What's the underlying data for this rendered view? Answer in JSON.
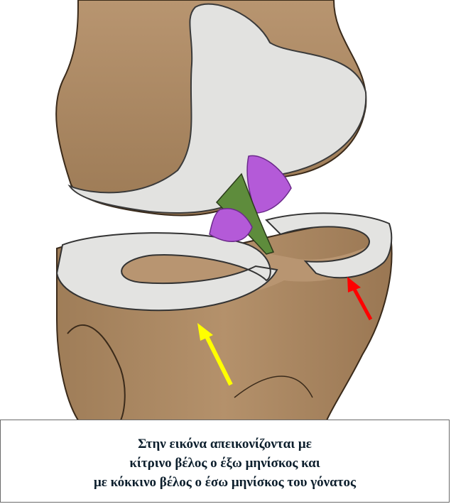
{
  "caption": {
    "lines": [
      "Στην εικόνα απεικονίζονται με",
      "κίτρινο βέλος ο έξω μηνίσκος και",
      "με κόκκινο βέλος ο έσω μηνίσκος του γόνατος"
    ]
  },
  "colors": {
    "bone": "#a88560",
    "cartilage": "#e4e3e1",
    "yellow_arrow": "#ffff00",
    "red_arrow": "#ff0000",
    "ligament_purple": "#b05ad6",
    "ligament_green": "#5a8a3a"
  }
}
